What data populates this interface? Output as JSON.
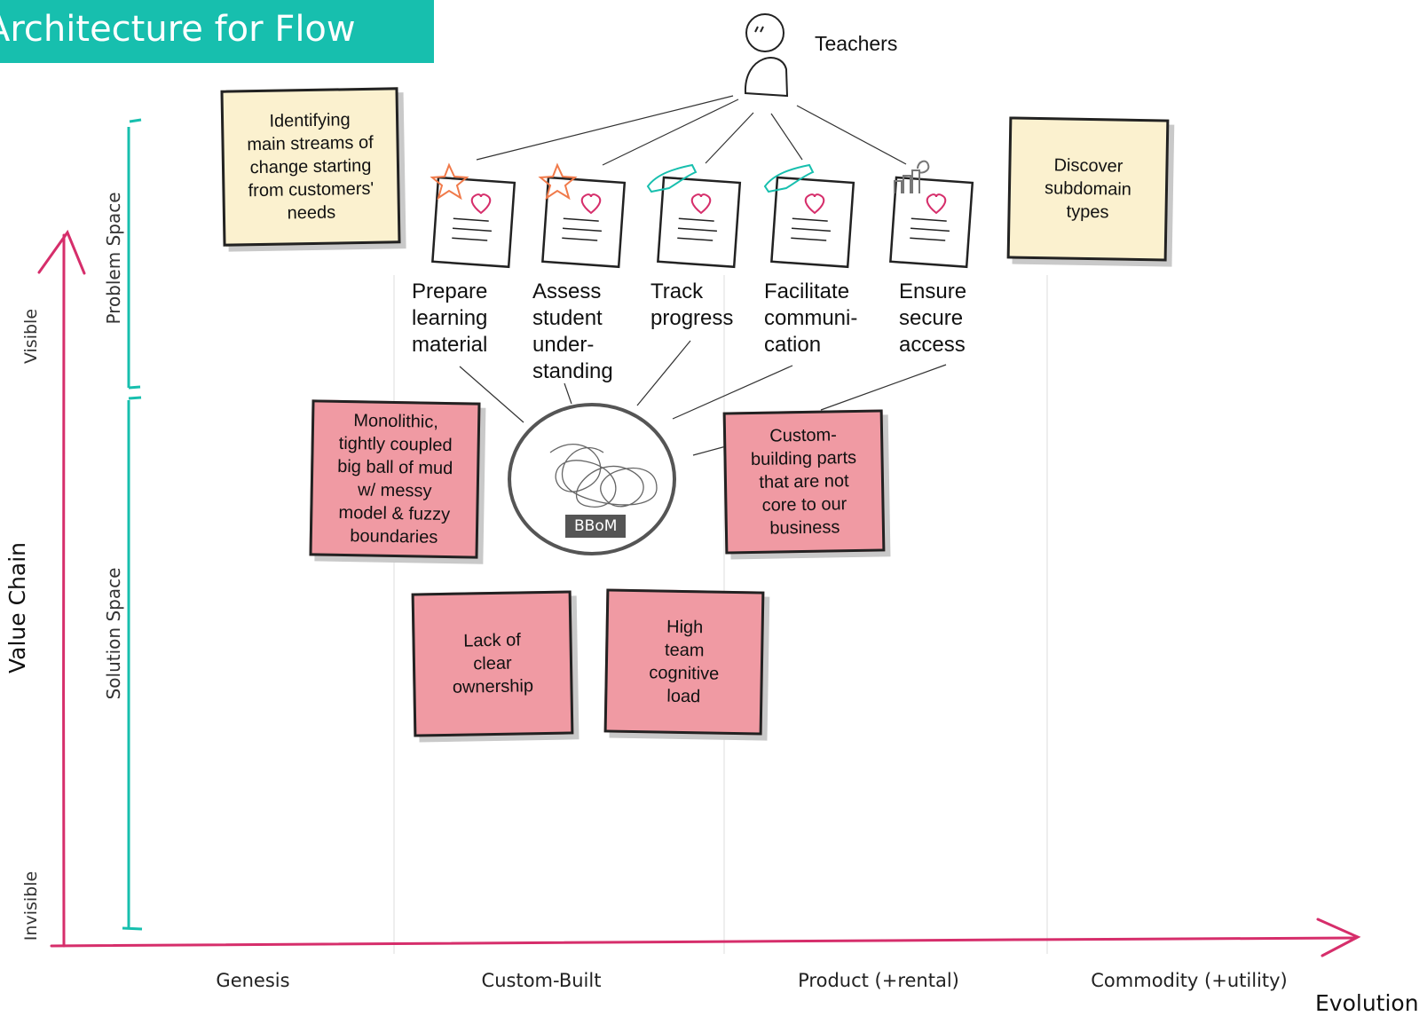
{
  "title": "Architecture for Flow",
  "actor": {
    "label": "Teachers",
    "icon": "user-icon"
  },
  "axes": {
    "y_name": "Value Chain",
    "x_name": "Evolution",
    "y_top": "Visible",
    "y_bottom": "Invisible",
    "bands": {
      "problem": "Problem Space",
      "solution": "Solution Space"
    },
    "stages": [
      "Genesis",
      "Custom-Built",
      "Product (+rental)",
      "Commodity (+utility)"
    ]
  },
  "user_needs": [
    {
      "label": "Prepare\nlearning\nmaterial",
      "icon": "star-icon"
    },
    {
      "label": "Assess\nstudent\nunder-\nstanding",
      "icon": "star-icon"
    },
    {
      "label": "Track\nprogress",
      "icon": "hand-icon"
    },
    {
      "label": "Facilitate\ncommuni-\ncation",
      "icon": "hand-icon"
    },
    {
      "label": "Ensure\nsecure\naccess",
      "icon": "wrench-hand-icon"
    }
  ],
  "yellow_notes": [
    {
      "text": "Identifying\nmain streams of\nchange starting\nfrom customers'\nneeds"
    },
    {
      "text": "Discover\nsubdomain\ntypes"
    }
  ],
  "pink_notes": [
    {
      "text": "Monolithic,\ntightly coupled\nbig ball of mud\nw/ messy\nmodel & fuzzy\nboundaries"
    },
    {
      "text": "Custom-\nbuilding parts\nthat are not\ncore to our\nbusiness"
    },
    {
      "text": "Lack of\nclear\nownership"
    },
    {
      "text": "High\nteam\ncognitive\nload"
    }
  ],
  "bbom": {
    "label": "BBoM"
  },
  "colors": {
    "accent_teal": "#17bfae",
    "axis_magenta": "#d62e6b",
    "note_yellow": "#fbf1cf",
    "note_pink": "#f09aa3"
  }
}
